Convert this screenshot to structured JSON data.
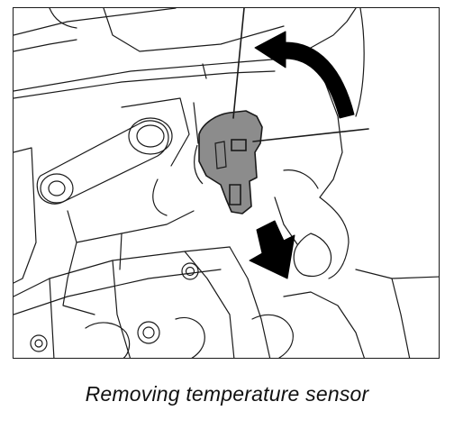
{
  "figure": {
    "caption": "Removing temperature sensor",
    "icons": {
      "rotate_arrow": "curved-rotation-arrow",
      "pull_arrow": "downward-pull-arrow"
    },
    "colors": {
      "line": "#1a1a1a",
      "sensor_fill": "#8c8c8c",
      "arrow_fill": "#000000",
      "background": "#ffffff"
    }
  }
}
